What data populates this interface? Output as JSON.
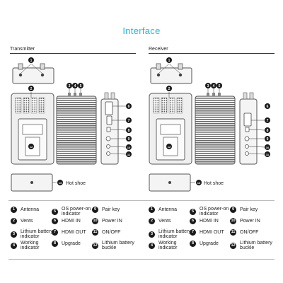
{
  "title": "Interface",
  "sections": {
    "transmitter": "Transmitter",
    "receiver": "Receiver"
  },
  "hot_shoe_label": "Hot shoe",
  "hot_shoe_label_rx": "Hot  shoe",
  "callouts": [
    "1",
    "2",
    "3",
    "4",
    "5",
    "6",
    "7",
    "8",
    "9",
    "10",
    "11",
    "12",
    "13"
  ],
  "legend": [
    {
      "num": "1",
      "label": "Antenna"
    },
    {
      "num": "2",
      "label": "Vents"
    },
    {
      "num": "3",
      "label": "Lithium battery\nindicator"
    },
    {
      "num": "4",
      "label": "Working\nindicator"
    },
    {
      "num": "5",
      "label": "OS power-on\nindicator"
    },
    {
      "num": "6",
      "label": "HDMI IN"
    },
    {
      "num": "7",
      "label": "HDMI OUT"
    },
    {
      "num": "8",
      "label": "Upgrade"
    },
    {
      "num": "9",
      "label": "Pair key"
    },
    {
      "num": "10",
      "label": "Power IN"
    },
    {
      "num": "11",
      "label": "ON/OFF"
    },
    {
      "num": "12",
      "label": "Lithium battery\nbuckle"
    }
  ],
  "colors": {
    "title": "#2fb4d6",
    "device": "#555555",
    "callout": "#1a1a1a"
  }
}
